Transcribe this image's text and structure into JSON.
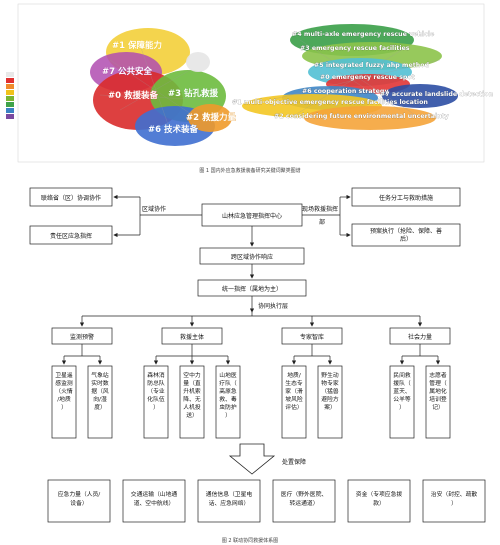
{
  "fig1": {
    "clusters": [
      {
        "label": "#1 multi-objective emergency rescue facilities location",
        "color": "#f0c21a"
      },
      {
        "label": "#2 considering future environmental uncertainty",
        "color": "#f29a2c"
      },
      {
        "label": "#3 emergency rescue facilities",
        "color": "#7ab532"
      },
      {
        "label": "#4 multi-axle emergency rescue vehicle",
        "color": "#3fa34a"
      },
      {
        "label": "#5 integrated fuzzy ahp method",
        "color": "#4fbccf"
      },
      {
        "label": "#6 cooperation strategy",
        "color": "#3b82c4"
      },
      {
        "label": "#7 accurate landslide detection",
        "color": "#2f4fa3"
      },
      {
        "label": "#0 emergency rescue spot",
        "color": "#d22a2a"
      }
    ],
    "left_labels": [
      {
        "label": "#1 保障能力",
        "color": "#f0c21a"
      },
      {
        "label": "#7 公共安全",
        "color": "#a53ea0"
      },
      {
        "label": "#0 救援装备",
        "color": "#d22a2a"
      },
      {
        "label": "#3 钻孔救援",
        "color": "#5db14a"
      },
      {
        "label": "#6 技术装备",
        "color": "#3b6cc8"
      },
      {
        "label": "#2 救援力量",
        "color": "#e39322"
      }
    ],
    "legend_colors": [
      "#e8e8e8",
      "#e03030",
      "#f08a2c",
      "#f0c21a",
      "#7ab532",
      "#3fa34a",
      "#3b82c4",
      "#7a4aa0"
    ],
    "caption": "图 1 国内外应急救援装备研究关键词聚类图谱"
  },
  "fig2": {
    "center": "山林应急管理指挥中心",
    "left_boxes": [
      "联络省（区）协调协作",
      "责任区应急指挥"
    ],
    "left_label": "区域协作",
    "right_label_1": "现场救援指挥",
    "right_label_2": "部",
    "right_boxes": [
      "任务分工与救助措施",
      "预案执行（抢险、保障、善后）"
    ],
    "response": "跨区域协作响应",
    "unified": "统一指挥（属地为主）",
    "coop_layer": "协同执行层",
    "groups": [
      {
        "title": "监测预警",
        "subs": [
          "卫星遥感监测（火情/地质）",
          "气象站实时数据（风向/湿度）"
        ]
      },
      {
        "title": "救援主体",
        "subs": [
          "森林消防总队（专业化队伍）",
          "空中力量（直升机索降、无人机投送）",
          "山地医疗队（高原急救、毒虫防护）"
        ]
      },
      {
        "title": "专家智库",
        "subs": [
          "地质/生态专家（滑坡风险评估）",
          "野生动物专家（猛兽避险方案）"
        ]
      },
      {
        "title": "社会力量",
        "subs": [
          "民间救援队（蓝天、公羊等）",
          "志愿者管理（属地化培训登记）"
        ]
      }
    ],
    "disposal": "处置保障",
    "bottom_boxes": [
      "应急力量（人员/设备）",
      "交通运输（山地通道、空中航线）",
      "通信信息（卫星电话、应急网络）",
      "医疗（野外医院、转运通道）",
      "资金（专项应急拨款）",
      "治安（封控、疏散）"
    ],
    "caption": "图 2 联动协同救援体系图"
  }
}
